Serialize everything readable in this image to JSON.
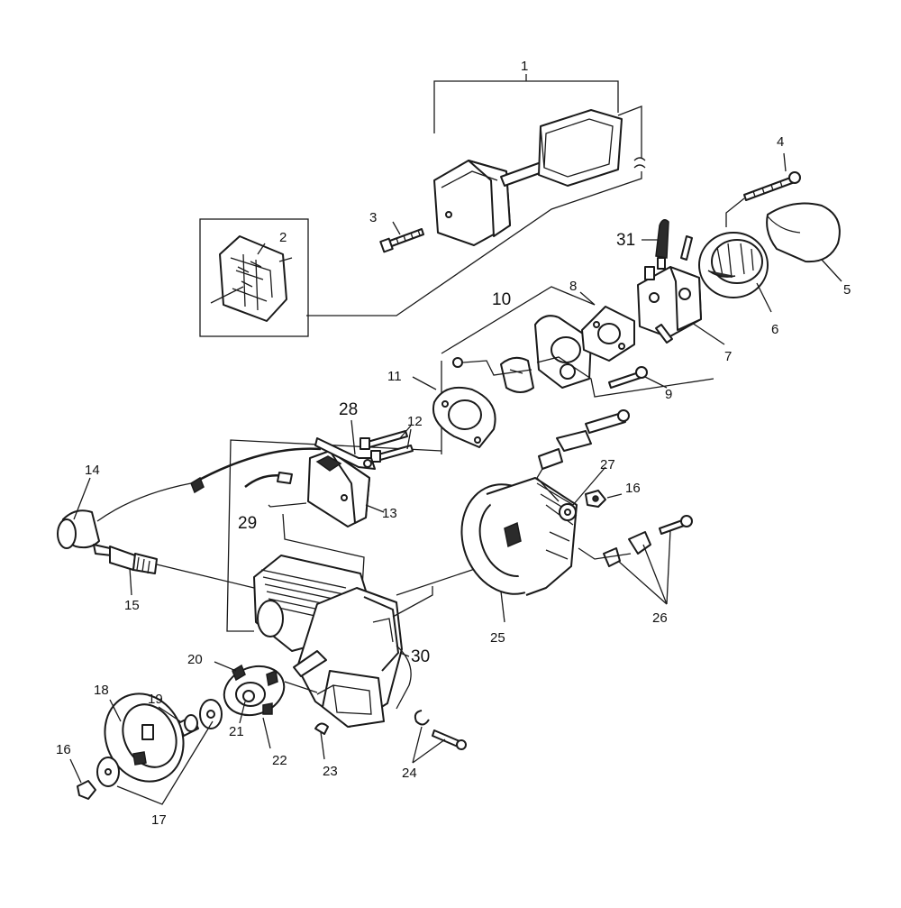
{
  "callouts": [
    {
      "id": "1",
      "label": "1"
    },
    {
      "id": "2",
      "label": "2"
    },
    {
      "id": "3",
      "label": "3"
    },
    {
      "id": "4",
      "label": "4"
    },
    {
      "id": "5",
      "label": "5"
    },
    {
      "id": "6",
      "label": "6"
    },
    {
      "id": "7",
      "label": "7"
    },
    {
      "id": "8",
      "label": "8"
    },
    {
      "id": "9",
      "label": "9"
    },
    {
      "id": "10",
      "label": "10"
    },
    {
      "id": "11",
      "label": "11"
    },
    {
      "id": "12",
      "label": "12"
    },
    {
      "id": "13",
      "label": "13"
    },
    {
      "id": "14",
      "label": "14"
    },
    {
      "id": "15",
      "label": "15"
    },
    {
      "id": "16a",
      "label": "16"
    },
    {
      "id": "16b",
      "label": "16"
    },
    {
      "id": "17",
      "label": "17"
    },
    {
      "id": "18",
      "label": "18"
    },
    {
      "id": "19",
      "label": "19"
    },
    {
      "id": "20",
      "label": "20"
    },
    {
      "id": "21",
      "label": "21"
    },
    {
      "id": "22",
      "label": "22"
    },
    {
      "id": "23",
      "label": "23"
    },
    {
      "id": "24",
      "label": "24"
    },
    {
      "id": "25",
      "label": "25"
    },
    {
      "id": "26",
      "label": "26"
    },
    {
      "id": "27",
      "label": "27"
    },
    {
      "id": "28",
      "label": "28"
    },
    {
      "id": "29",
      "label": "29"
    },
    {
      "id": "30",
      "label": "30"
    },
    {
      "id": "31",
      "label": "31"
    }
  ]
}
